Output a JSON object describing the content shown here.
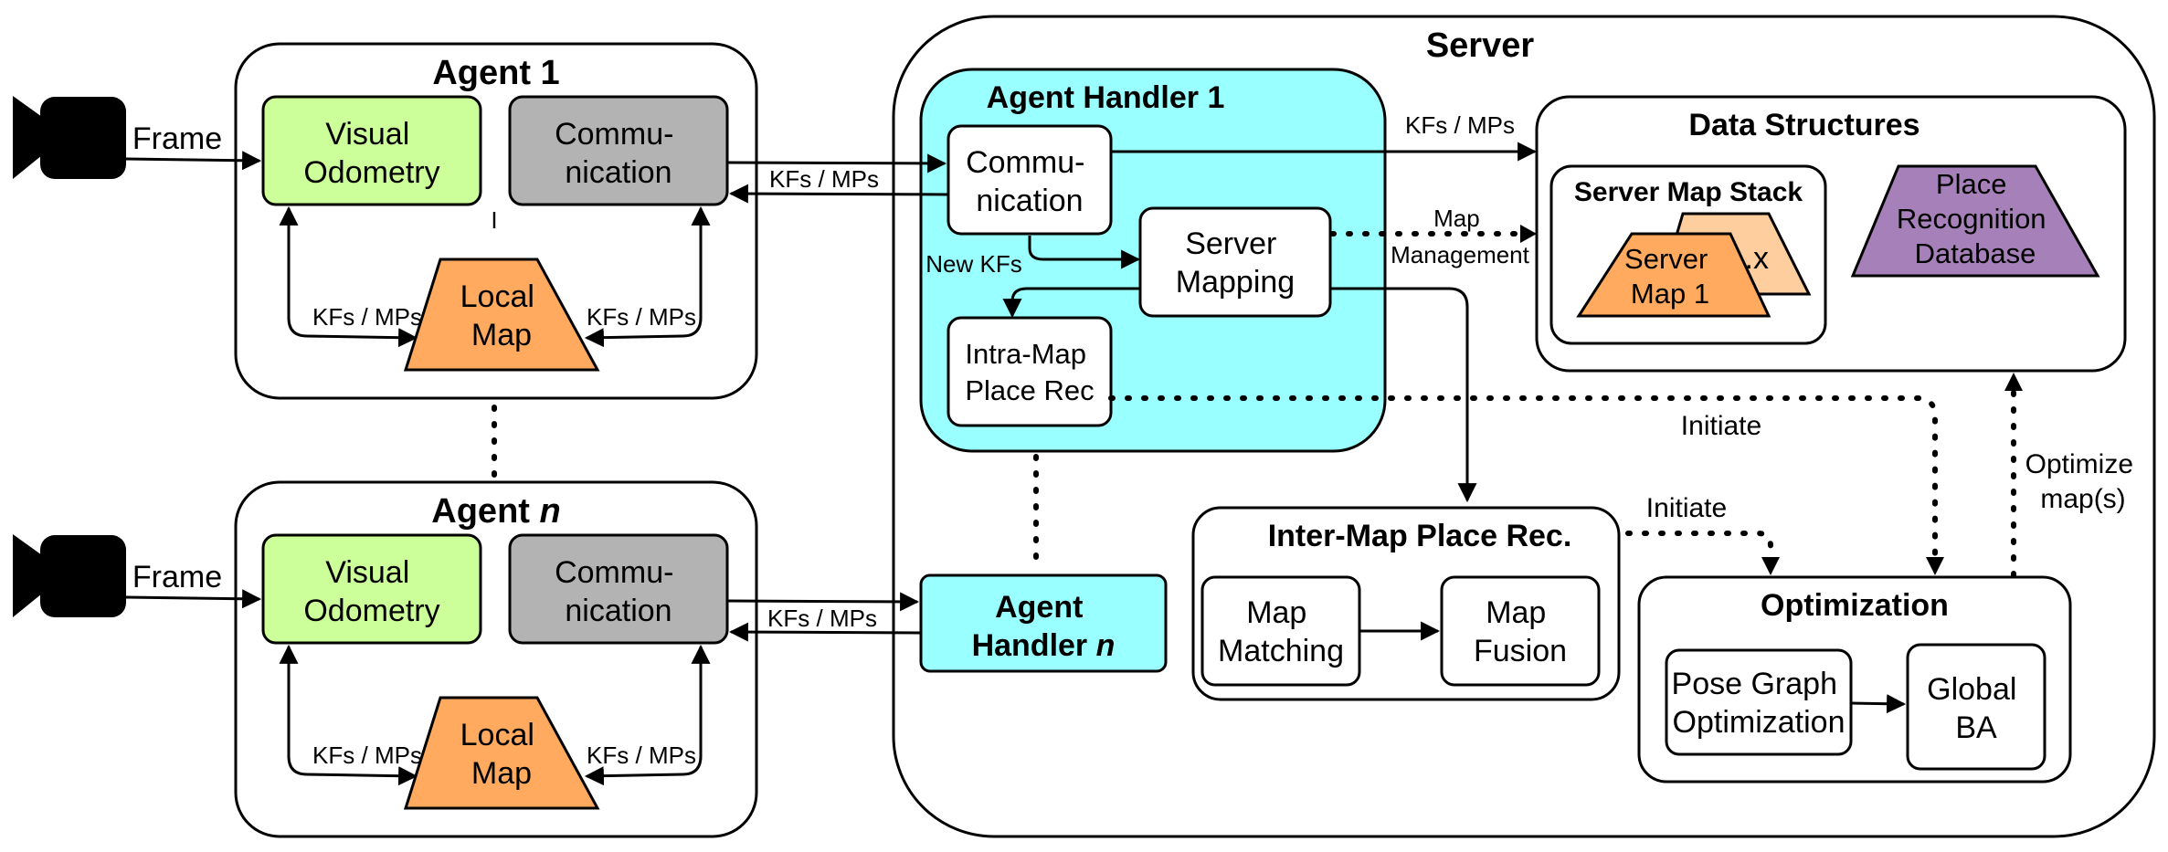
{
  "agents": {
    "agent1": {
      "title_prefix": "Agent 1",
      "title_italic": ""
    },
    "agentn": {
      "title_prefix": "Agent ",
      "title_italic": "n"
    }
  },
  "nodes": {
    "visual_odometry": [
      "Visual",
      "Odometry"
    ],
    "communication": [
      "Commu-",
      "nication"
    ],
    "local_map": [
      "Local",
      "Map"
    ]
  },
  "labels": {
    "frame": "Frame",
    "kfs_mps": "KFs / MPs",
    "new_kfs": "New KFs",
    "map_management": [
      "Map",
      "Management"
    ],
    "initiate": "Initiate",
    "optimize_maps": [
      "Optimize",
      "map(s)"
    ],
    "agent1_comm_mark": "I"
  },
  "server": {
    "title": "Server",
    "agent_handler_1": "Agent Handler 1",
    "agent_handler_n": {
      "line1": "Agent",
      "line2_prefix": "Handler ",
      "line2_italic": "n"
    },
    "communication": [
      "Commu-",
      "nication"
    ],
    "server_mapping": [
      "Server",
      "Mapping"
    ],
    "intra_map_place_rec": [
      "Intra-Map",
      "Place Rec"
    ],
    "data_structures": {
      "title": "Data Structures",
      "server_map_stack": "Server Map Stack",
      "server_map_1": [
        "Server",
        "Map 1"
      ],
      "server_map_x": "..x",
      "place_recognition_db": [
        "Place",
        "Recognition",
        "Database"
      ]
    },
    "inter_map_place_rec": {
      "title": "Inter-Map Place Rec.",
      "map_matching": [
        "Map",
        "Matching"
      ],
      "map_fusion": [
        "Map",
        "Fusion"
      ]
    },
    "optimization": {
      "title": "Optimization",
      "pose_graph": [
        "Pose Graph",
        "Optimization"
      ],
      "global_ba": [
        "Global",
        "BA"
      ]
    }
  },
  "colors": {
    "visual_odometry": "#ccff99",
    "communication_agent": "#b3b3b3",
    "local_map": "#ffaa5e",
    "agent_handler": "#99ffff",
    "server_map_1": "#ffaa5e",
    "server_map_x": "#ffce9f",
    "place_recognition_db": "#a680b8",
    "white": "#ffffff"
  }
}
